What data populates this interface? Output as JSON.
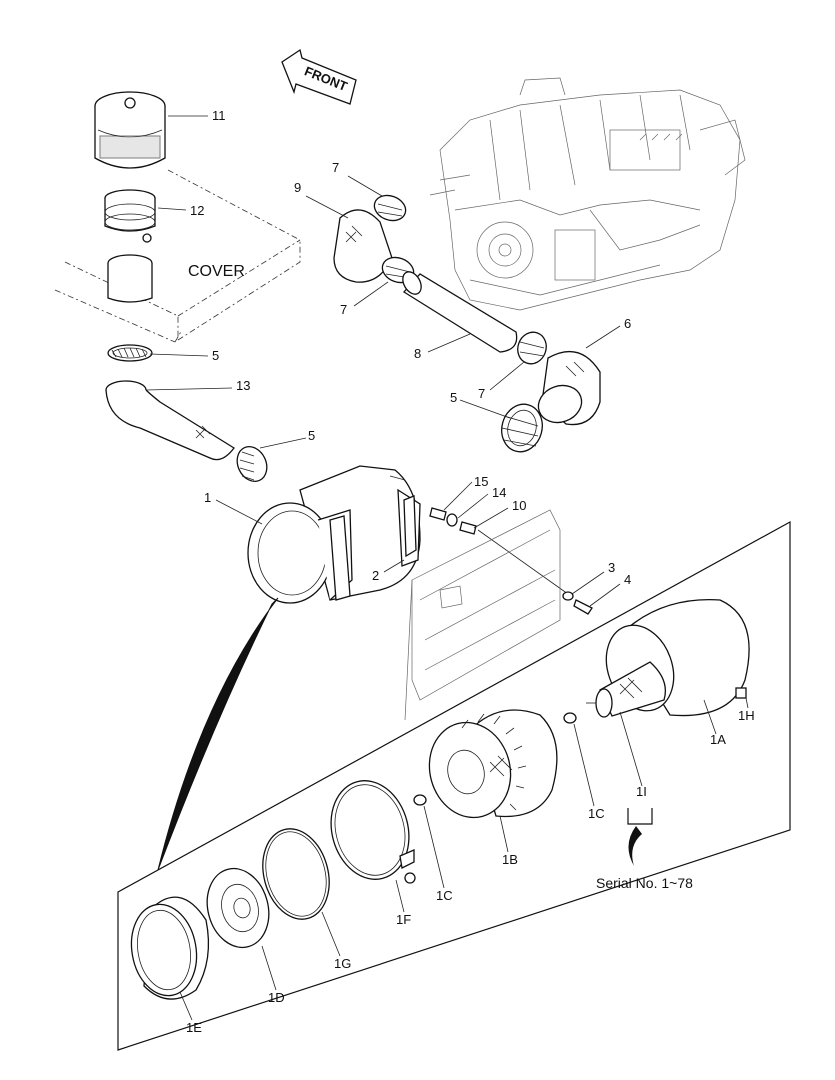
{
  "orientation_label": "FRONT",
  "cover_label": "COVER",
  "serial_note": "Serial No. 1~78",
  "callouts": {
    "p11": "11",
    "p12": "12",
    "p7a": "7",
    "p9": "9",
    "p7b": "7",
    "p8": "8",
    "p6": "6",
    "p7c": "7",
    "p5a": "5",
    "p13": "13",
    "p5b": "5",
    "p5c": "5",
    "p1": "1",
    "p15": "15",
    "p14": "14",
    "p10": "10",
    "p2": "2",
    "p3": "3",
    "p4": "4",
    "p1H": "1H",
    "p1A": "1A",
    "p1I": "1I",
    "p1C_upper": "1C",
    "p1B": "1B",
    "p1C_lower": "1C",
    "p1F": "1F",
    "p1G": "1G",
    "p1D": "1D",
    "p1E": "1E"
  }
}
